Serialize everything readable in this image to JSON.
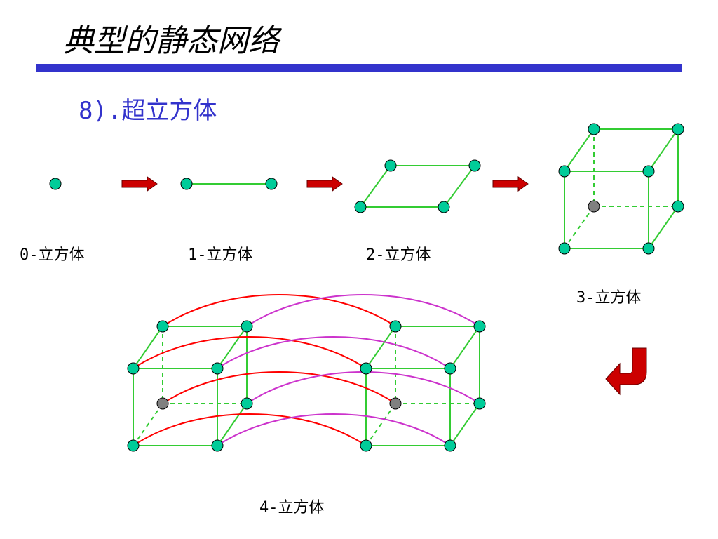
{
  "title": "典型的静态网络",
  "subtitle": "8).超立方体",
  "labels": {
    "cube0": "0-立方体",
    "cube1": "1-立方体",
    "cube2": "2-立方体",
    "cube3": "3-立方体",
    "cube4": "4-立方体"
  },
  "colors": {
    "title_bar": "#3333cc",
    "subtitle": "#3333cc",
    "edge": "#33cc33",
    "node_fill": "#00cc99",
    "hidden_node_fill": "#808080",
    "red_link": "#ff0000",
    "magenta_link": "#cc33cc",
    "arrow": "#cc0000"
  }
}
